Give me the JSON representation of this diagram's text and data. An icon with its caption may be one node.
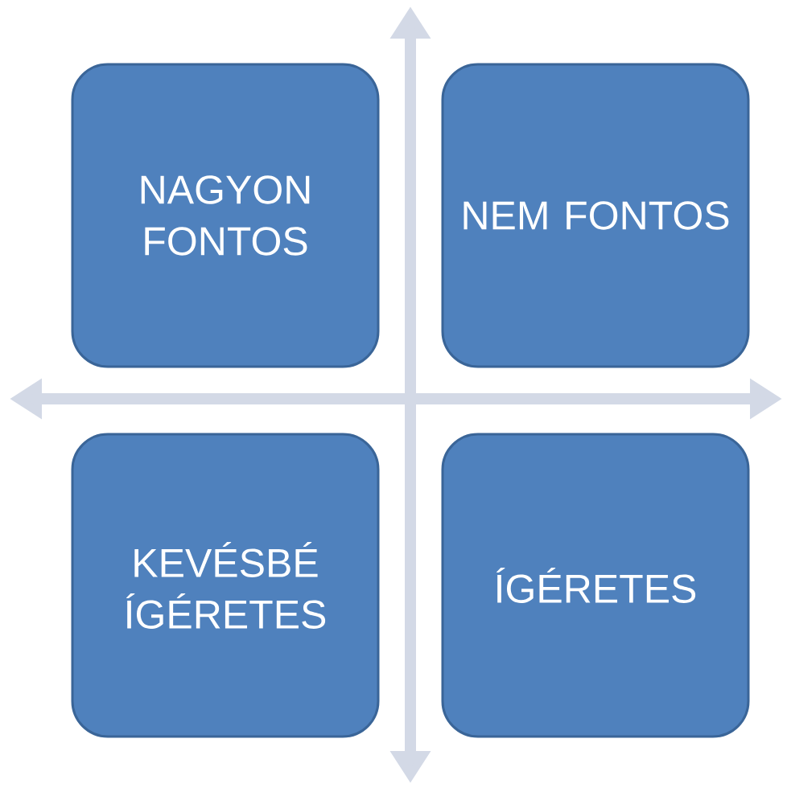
{
  "diagram": {
    "nodes": [
      {
        "text": [
          "NAGYON FONTOS"
        ]
      },
      {
        "text": [
          "NEM FONTOS"
        ]
      },
      {
        "text": [
          "KEVÉSBÉ ÍGÉRETES"
        ]
      },
      {
        "text": [
          "ÍGÉRETES"
        ]
      }
    ]
  }
}
